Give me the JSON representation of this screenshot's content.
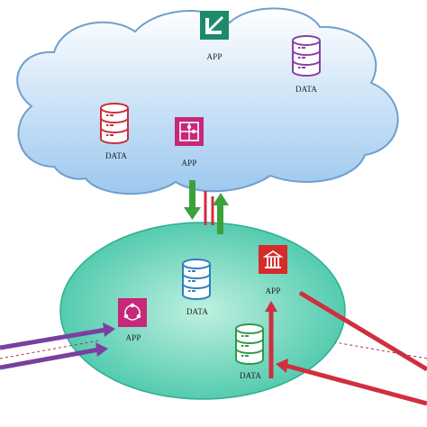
{
  "colors": {
    "cloud_top": "#ffffff",
    "cloud_bottom": "#9cc8ef",
    "cloud_edge": "#6f9fcd",
    "lan_center": "#bff0e0",
    "lan_edge": "#3fc4a6",
    "arrow_green": "#3aa23a",
    "arrow_red": "#cf2f3f",
    "arrow_purple": "#7a3fa0",
    "app_green": "#1e8a6a",
    "app_pink": "#c7287a",
    "app_red": "#d52b2b",
    "db_purple": "#8a3fa6",
    "db_red": "#cc2e3c",
    "db_blue": "#2f7fbf",
    "db_green": "#2f9a4a"
  },
  "cloud": {
    "app_top": {
      "label": "APP",
      "icon": "migration-app-icon",
      "color": "#1e8a6a"
    },
    "data_right": {
      "label": "DATA",
      "icon": "database-icon",
      "color": "#8a3fa6"
    },
    "data_left": {
      "label": "DATA",
      "icon": "database-icon",
      "color": "#cc2e3c"
    },
    "app_center": {
      "label": "APP",
      "icon": "puzzle-app-icon",
      "color": "#c7287a"
    }
  },
  "onprem": {
    "data_center": {
      "label": "DATA",
      "icon": "database-icon",
      "color": "#2f7fbf"
    },
    "app_right": {
      "label": "APP",
      "icon": "building-app-icon",
      "color": "#d52b2b"
    },
    "app_left": {
      "label": "APP",
      "icon": "workflow-app-icon",
      "color": "#c7287a"
    },
    "data_bottom": {
      "label": "DATA",
      "icon": "database-icon",
      "color": "#2f9a4a"
    }
  }
}
